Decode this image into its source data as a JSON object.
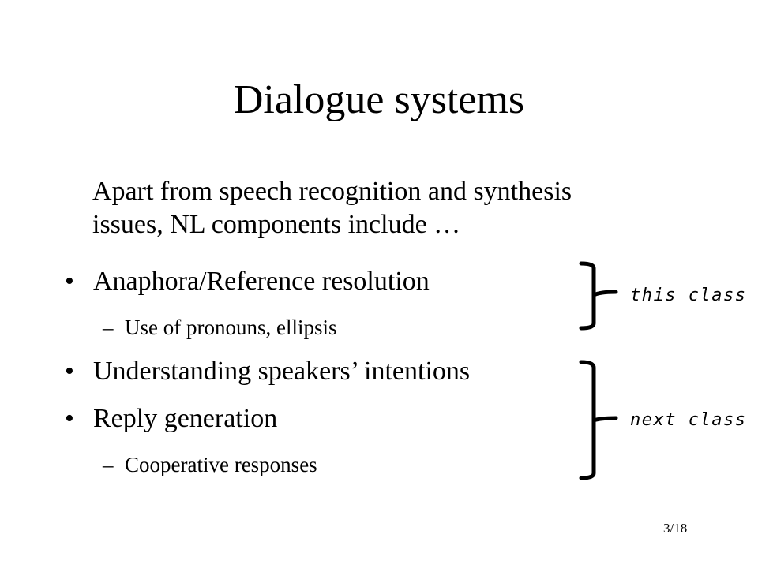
{
  "slide": {
    "title": "Dialogue systems",
    "intro": {
      "line1": "Apart from speech recognition and synthesis",
      "line2": "issues, NL components include …"
    },
    "items": [
      {
        "bullet": "•",
        "text": "Anaphora/Reference resolution"
      },
      {
        "dash": "–",
        "text": "Use of pronouns, ellipsis"
      },
      {
        "bullet": "•",
        "text": "Understanding speakers’ intentions"
      },
      {
        "bullet": "•",
        "text": "Reply generation"
      },
      {
        "dash": "–",
        "text": "Cooperative responses"
      }
    ],
    "annotations": {
      "this_class": "this class",
      "next_class": "next class"
    },
    "page_number": "3/18"
  }
}
